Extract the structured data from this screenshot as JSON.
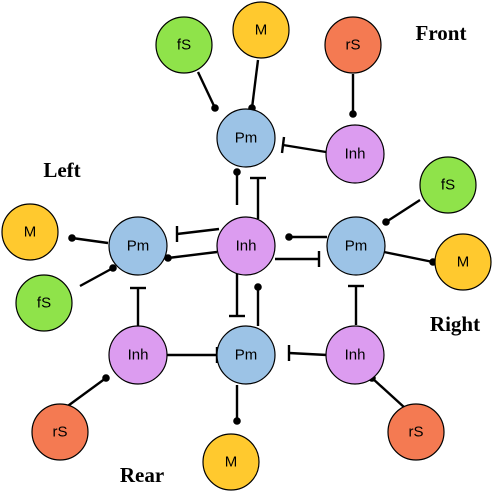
{
  "direction_labels": {
    "front": "Front",
    "left": "Left",
    "right": "Right",
    "rear": "Rear"
  },
  "node_labels": {
    "pm": "Pm",
    "inh": "Inh",
    "m": "M",
    "fs": "fS",
    "rs": "rS"
  },
  "colors": {
    "pm": "#9cc3e6",
    "inh": "#dc9cf0",
    "m": "#ffc92e",
    "fs": "#8fe34a",
    "rs": "#f47a52",
    "stroke": "#000000"
  }
}
